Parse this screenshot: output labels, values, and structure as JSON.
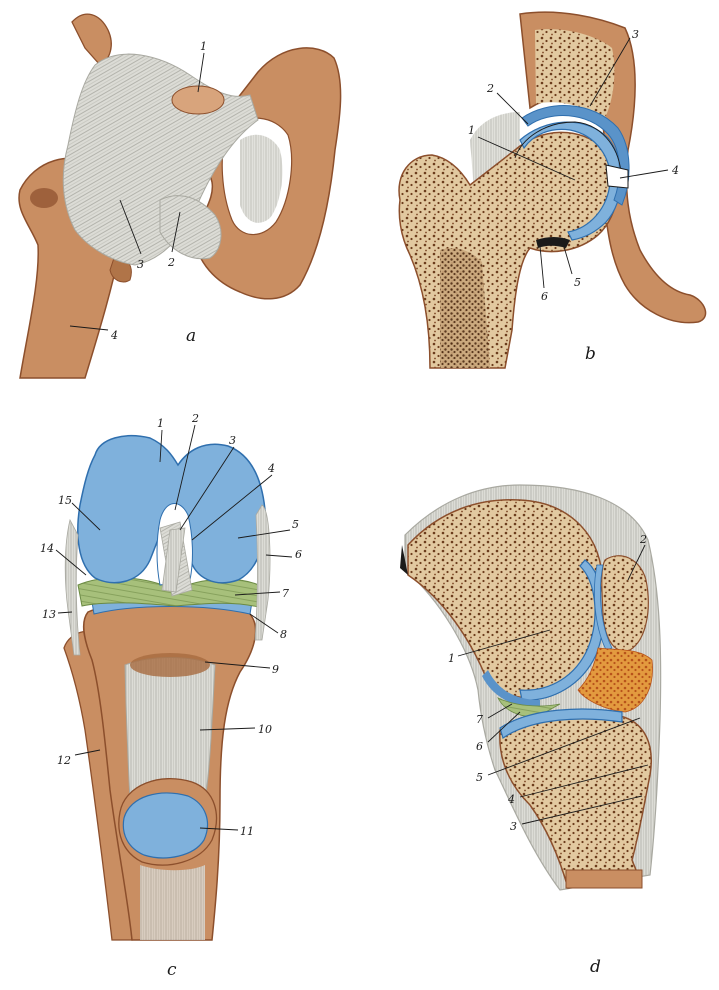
{
  "colors": {
    "bone": "#c98e62",
    "bone_dark": "#8c4f2c",
    "spongy": "#e2c9a0",
    "pore": "#6b3c1c",
    "cartilage": "#7fb1dc",
    "cartilage_rim": "#2f6fae",
    "ligament": "#dcdcd6",
    "ligament_line": "#a9a9a1",
    "meniscus": "#a7c07b",
    "fat": "#d9822b",
    "line": "#1a1a1a"
  },
  "panels": [
    {
      "id": "a",
      "letter": "a",
      "labels": [
        {
          "id": "a1",
          "text": "1"
        },
        {
          "id": "a2",
          "text": "2"
        },
        {
          "id": "a3",
          "text": "3"
        },
        {
          "id": "a4",
          "text": "4"
        }
      ]
    },
    {
      "id": "b",
      "letter": "b",
      "labels": [
        {
          "id": "b1",
          "text": "1"
        },
        {
          "id": "b2",
          "text": "2"
        },
        {
          "id": "b3",
          "text": "3"
        },
        {
          "id": "b4",
          "text": "4"
        },
        {
          "id": "b5",
          "text": "5"
        },
        {
          "id": "b6",
          "text": "6"
        }
      ]
    },
    {
      "id": "c",
      "letter": "c",
      "labels": [
        {
          "id": "c1",
          "text": "1"
        },
        {
          "id": "c2",
          "text": "2"
        },
        {
          "id": "c3",
          "text": "3"
        },
        {
          "id": "c4",
          "text": "4"
        },
        {
          "id": "c5",
          "text": "5"
        },
        {
          "id": "c6",
          "text": "6"
        },
        {
          "id": "c7",
          "text": "7"
        },
        {
          "id": "c8",
          "text": "8"
        },
        {
          "id": "c9",
          "text": "9"
        },
        {
          "id": "c10",
          "text": "10"
        },
        {
          "id": "c11",
          "text": "11"
        },
        {
          "id": "c12",
          "text": "12"
        },
        {
          "id": "c13",
          "text": "13"
        },
        {
          "id": "c14",
          "text": "14"
        },
        {
          "id": "c15",
          "text": "15"
        }
      ]
    },
    {
      "id": "d",
      "letter": "d",
      "labels": [
        {
          "id": "d1",
          "text": "1"
        },
        {
          "id": "d2",
          "text": "2"
        },
        {
          "id": "d3",
          "text": "3"
        },
        {
          "id": "d4",
          "text": "4"
        },
        {
          "id": "d5",
          "text": "5"
        },
        {
          "id": "d6",
          "text": "6"
        },
        {
          "id": "d7",
          "text": "7"
        }
      ]
    }
  ]
}
